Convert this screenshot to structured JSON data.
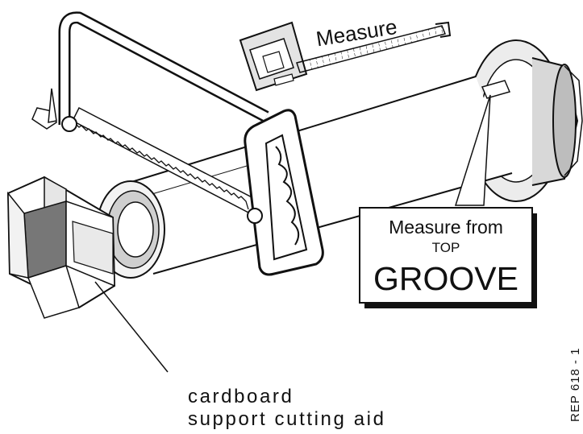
{
  "tape_label": "Measure",
  "callout": {
    "line1": "Measure from",
    "line2": "TOP",
    "line3": "GROOVE"
  },
  "caption": {
    "line1": "cardboard",
    "line2": "support cutting aid"
  },
  "reference": "REP 618 - 1"
}
